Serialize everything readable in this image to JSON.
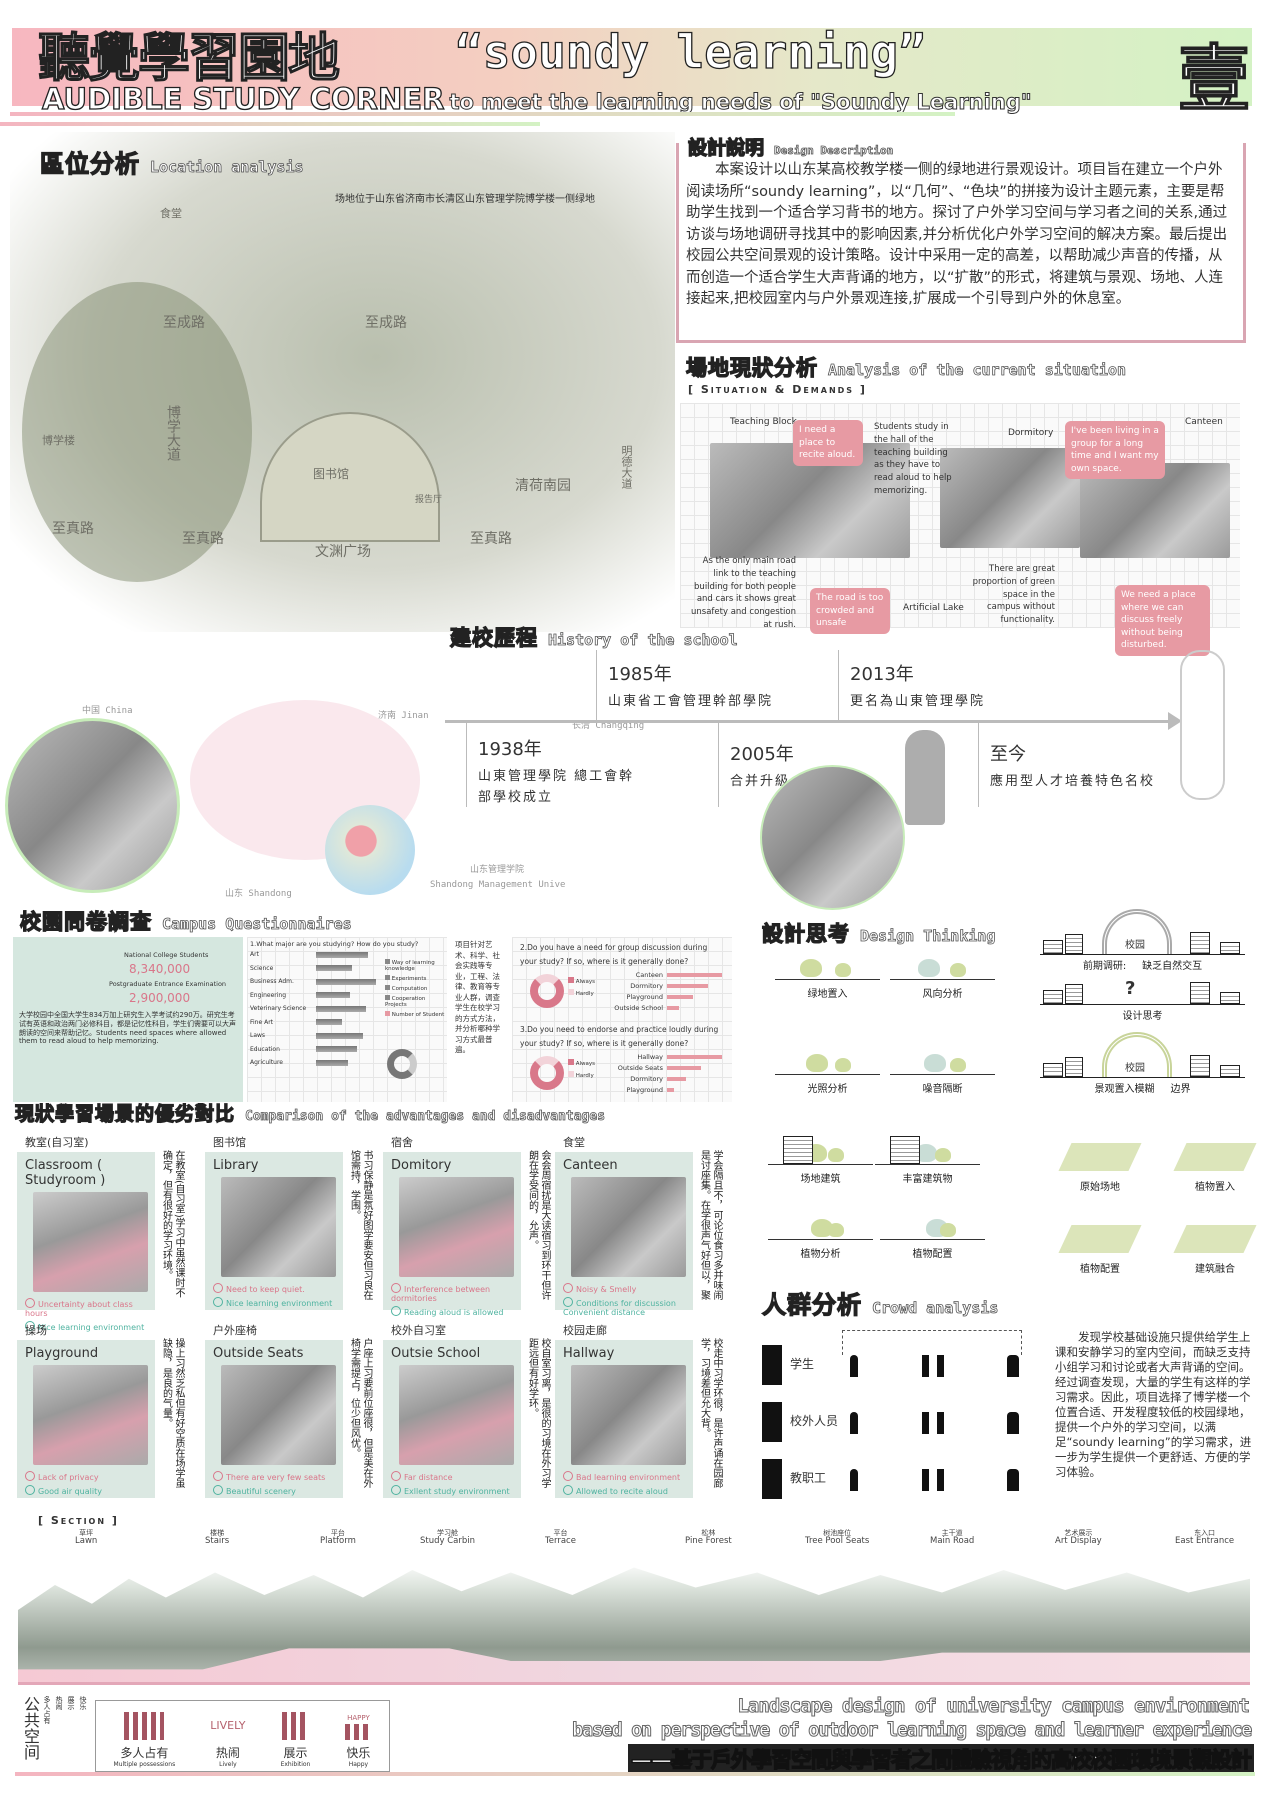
{
  "header": {
    "title_cn": "聽覺學習園地",
    "title_quote": "“soundy learning”",
    "subtitle_caps": "AUDIBLE STUDY CORNER",
    "subtitle_rest": "to meet the learning needs of \"Soundy Learning\"",
    "badge": "壹"
  },
  "location": {
    "title_cn": "區位分析",
    "title_en": "Location analysis",
    "note": "场地位于山东省济南市长清区山东管理学院博学楼一侧绿地",
    "map_labels": [
      "食堂",
      "至成路",
      "至成路",
      "博学楼",
      "博学大道",
      "图书馆",
      "报告厅",
      "清荷南园",
      "至真路",
      "至真路",
      "文渊广场",
      "至真路",
      "明德大道"
    ],
    "map_small": [
      "中国 China",
      "济南 Jinan",
      "长清 Changqing",
      "山东 Shandong",
      "山东管理学院",
      "Shandong Management Unive"
    ]
  },
  "description": {
    "title_cn": "設計說明",
    "title_en": "Design Description",
    "text": "本案设计以山东某高校教学楼一侧的绿地进行景观设计。项目旨在建立一个户外阅读场所“soundy learning”，以“几何”、“色块”的拼接为设计主题元素，主要是帮助学生找到一个适合学习背书的地方。探讨了户外学习空间与学习者之间的关系,通过访谈与场地调研寻找其中的影响因素,并分析优化户外学习空间的解决方案。最后提出校园公共空间景观的设计策略。设计中采用一定的高差，以帮助减少声音的传播，从而创造一个适合学生大声背诵的地方，以“扩散”的形式，将建筑与景观、场地、人连接起来,把校园室内与户外景观连接,扩展成一个引导到户外的休息室。"
  },
  "situation": {
    "title_cn": "場地現狀分析",
    "title_en": "Analysis of the current situation",
    "subtitle": "[ Situation & Demands ]",
    "labels": {
      "teaching": "Teaching Block",
      "dormitory": "Dormitory",
      "canteen": "Canteen",
      "lake": "Artificial Lake"
    },
    "bubbles": [
      "I need a place to recite aloud.",
      "I've been living in a group for a long time and I want my own space.",
      "The road is too crowded and unsafe",
      "We need a place where we can discuss freely without being disturbed."
    ],
    "notes": [
      "Students study in the hall of the teaching building as they have to read aloud to help memorizing.",
      "As the only main road link to the teaching building for both people and cars it shows great unsafety and congestion at rush.",
      "There are great proportion of green space in the campus without functionality."
    ]
  },
  "history": {
    "title_cn": "建校歷程",
    "title_en": "History of the school",
    "events": [
      {
        "year": "1985年",
        "text": "山東省工會管理幹部學院"
      },
      {
        "year": "2013年",
        "text": "更名為山東管理學院"
      },
      {
        "year": "1938年",
        "text": "山東管理學院 總工會幹部學校成立"
      },
      {
        "year": "2005年",
        "text": "合并升級"
      },
      {
        "year": "至今",
        "text": "應用型人才培養特色名校"
      }
    ]
  },
  "questionnaire": {
    "title_cn": "校園問卷調查",
    "title_en": "Campus Questionnaires",
    "stats": [
      {
        "label": "National College Students",
        "value": "8,340,000"
      },
      {
        "label": "Postgraduate Entrance Examination",
        "value": "2,900,000"
      }
    ],
    "stats_note": "大学校园中全国大学生834万加上研究生入学考试约290万。研究生考试有英语和政治两门必修科目，都是记忆性科目，学生们需要可以大声朗读的空间来帮助记忆。Students need spaces where allowed them to read aloud to help memorizing.",
    "q1": {
      "question": "1.What major are you studying? How do you study?",
      "majors": [
        "Art",
        "Science",
        "Business Adm.",
        "Engineering",
        "Veterinary Science",
        "Fine Art",
        "Laws",
        "Education",
        "Agriculture"
      ],
      "legend": [
        "Way of learning knowledge",
        "Experiments",
        "Computation",
        "Cooperation Projects",
        "Number of Student"
      ]
    },
    "q1_note": "项目针对艺术、科学、社会实践等专业，工程、法律、教育等专业人群，调查学生在校学习的方式方法，并分析哪种学习方式最普遍。",
    "q2": {
      "question": "2.Do you have a need for group discussion during your study? If so, where is it generally done?",
      "legend": [
        "Always",
        "Hardly"
      ],
      "places": [
        "Canteen",
        "Dormitory",
        "Playground",
        "Outside School"
      ],
      "values": [
        100,
        75,
        48,
        22
      ]
    },
    "q3": {
      "question": "3.Do you need to endorse and practice loudly during your study? If so, where is it generally done?",
      "legend": [
        "Always",
        "Hardly"
      ],
      "places": [
        "Hallway",
        "Outside Seats",
        "Dormitory",
        "Playground"
      ],
      "values": [
        100,
        62,
        35,
        12
      ]
    }
  },
  "comparison": {
    "title_cn": "現狀學習場景的優劣對比",
    "title_en": "Comparison of the advantages and disadvantages",
    "items": [
      {
        "cn": "教室(自习室)",
        "en": "Classroom ( Studyroom )",
        "v": "在教室(自习室)学习中虽然课时不确定，但有很好的学习环境。",
        "bad": "Uncertainty about class hours",
        "good": "Nice learning environment"
      },
      {
        "cn": "图书馆",
        "en": "Library",
        "v": "书习保静是氛好图学要安但习良在馆需持，学围。",
        "bad": "Need to keep quiet.",
        "good": "Nice learning environment"
      },
      {
        "cn": "宿舍",
        "en": "Domitory",
        "v": "会会周宿扰是大读宿习到环干但许朗在学受间的，允声。",
        "bad": "Interference between dormitories",
        "good": "Reading aloud is allowed"
      },
      {
        "cn": "食堂",
        "en": "Canteen",
        "v": "学会隔且不，可论位食习多并味闹是讨座集。在学很声气好但以，聚",
        "bad": "Noisy & Smelly",
        "good": "Conditions for discussion Convenient distance"
      },
      {
        "cn": "操场",
        "en": "Playground",
        "v": "操上习然乏私但有好空质在场学虽缺隐，是良的气量。",
        "bad": "Lack of privacy",
        "good": "Good air quality"
      },
      {
        "cn": "户外座椅",
        "en": "Outside Seats",
        "v": "户座上习要前位座很，但是美在外椅学需提占，位少但风优。",
        "bad": "There are very few seats",
        "good": "Beautiful scenery"
      },
      {
        "cn": "校外自习室",
        "en": "Outsie School",
        "v": "校自室习离，是很的习境在外习学距远但有好学环。",
        "bad": "Far distance",
        "good": "Exllent study environment"
      },
      {
        "cn": "校园走廊",
        "en": "Hallway",
        "v": "校走中习学环很，是许声诵在园廊学，习境差但允大背。",
        "bad": "Bad learning environment",
        "good": "Allowed to recite aloud"
      }
    ]
  },
  "thinking": {
    "title_cn": "設計思考",
    "title_en": "Design Thinking",
    "labels": [
      "绿地置入",
      "风向分析",
      "光照分析",
      "噪音隔断",
      "场地建筑",
      "丰富建筑物",
      "植物分析",
      "植物配置"
    ],
    "right": {
      "r1a": "前期调研:",
      "r1b": "缺乏自然交互",
      "r1c": "校园",
      "r2": "设计思考",
      "r2q": "?",
      "r3a": "景观置入模糊",
      "r3b": "边界",
      "r3c": "校园",
      "p1": "原始场地",
      "p2": "植物置入",
      "p3": "植物配置",
      "p4": "建筑融合"
    }
  },
  "crowd": {
    "title_cn": "人群分析",
    "title_en": "Crowd analysis",
    "groups": [
      "学生",
      "校外人员",
      "教职工"
    ],
    "text": "发现学校基础设施只提供给学生上课和安静学习的室内空间，而缺乏支持小组学习和讨论或者大声背诵的空间。经过调查发现，大量的学生有这样的学习需求。因此，项目选择了博学楼一个位置合适、开发程度较低的校园绿地，提供一个户外的学习空间，以满足“soundy learning”的学习需求，进一步为学生提供一个更舒适、方便的学习体验。"
  },
  "section": {
    "title": "[ Section ]",
    "stops": [
      {
        "cn": "草坪",
        "en": "Lawn"
      },
      {
        "cn": "楼梯",
        "en": "Stairs"
      },
      {
        "cn": "平台",
        "en": "Platform"
      },
      {
        "cn": "学习舱",
        "en": "Study Carbin"
      },
      {
        "cn": "平台",
        "en": "Terrace"
      },
      {
        "cn": "松林",
        "en": "Pine Forest"
      },
      {
        "cn": "树池座位",
        "en": "Tree Pool Seats"
      },
      {
        "cn": "主干道",
        "en": "Main Road"
      },
      {
        "cn": "艺术展示",
        "en": "Art Display"
      },
      {
        "cn": "东入口",
        "en": "East Entrance"
      }
    ]
  },
  "footer": {
    "side_cn": "公共空间",
    "side_small": [
      "多人占有",
      "热闹",
      "展示",
      "快乐"
    ],
    "legend": [
      {
        "cn": "多人占有",
        "en": "Multiple possessions"
      },
      {
        "cn": "热闹",
        "en": "Lively",
        "tag": "LIVELY"
      },
      {
        "cn": "展示",
        "en": "Exhibition"
      },
      {
        "cn": "快乐",
        "en": "Happy",
        "tag": "HAPPY"
      }
    ],
    "line1": "Landscape design of university campus environment",
    "line2": "based on perspective of outdoor learning space and learner experience",
    "line3": "——基于戶外學習空間與學習者之間體驗視角的高校校園環境景觀設計"
  },
  "colors": {
    "pink": "#e79aa3",
    "green": "#cde9b8",
    "teal": "#dbe8e2"
  }
}
